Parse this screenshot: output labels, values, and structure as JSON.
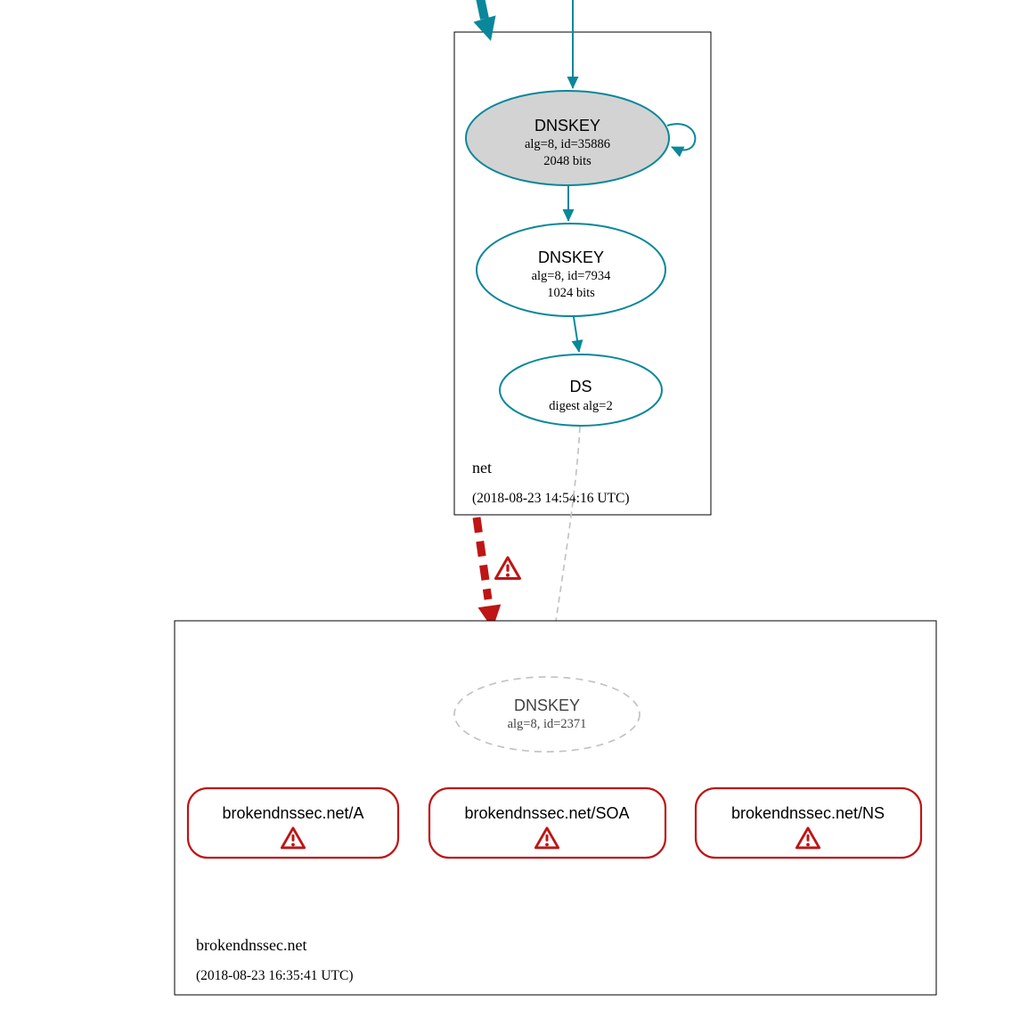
{
  "diagram": {
    "type": "dnssec-authentication-chain-graph",
    "colors": {
      "secure": "#0a879a",
      "bogus": "#be1515",
      "dashed": "#c3c3c3",
      "ksk_fill": "#d3d3d3",
      "zone_border": "#000000"
    },
    "zones": {
      "net": {
        "name": "net",
        "timestamp": "(2018-08-23 14:54:16 UTC)",
        "ksk": {
          "label": "DNSKEY",
          "meta": "alg=8, id=35886",
          "bits": "2048 bits"
        },
        "zsk": {
          "label": "DNSKEY",
          "meta": "alg=8, id=7934",
          "bits": "1024 bits"
        },
        "ds": {
          "label": "DS",
          "meta": "digest alg=2"
        }
      },
      "broken": {
        "name": "brokendnssec.net",
        "timestamp": "(2018-08-23 16:35:41 UTC)",
        "dnskey": {
          "label": "DNSKEY",
          "meta": "alg=8, id=2371"
        },
        "rrsets": [
          {
            "label": "brokendnssec.net/A"
          },
          {
            "label": "brokendnssec.net/SOA"
          },
          {
            "label": "brokendnssec.net/NS"
          }
        ]
      }
    }
  }
}
